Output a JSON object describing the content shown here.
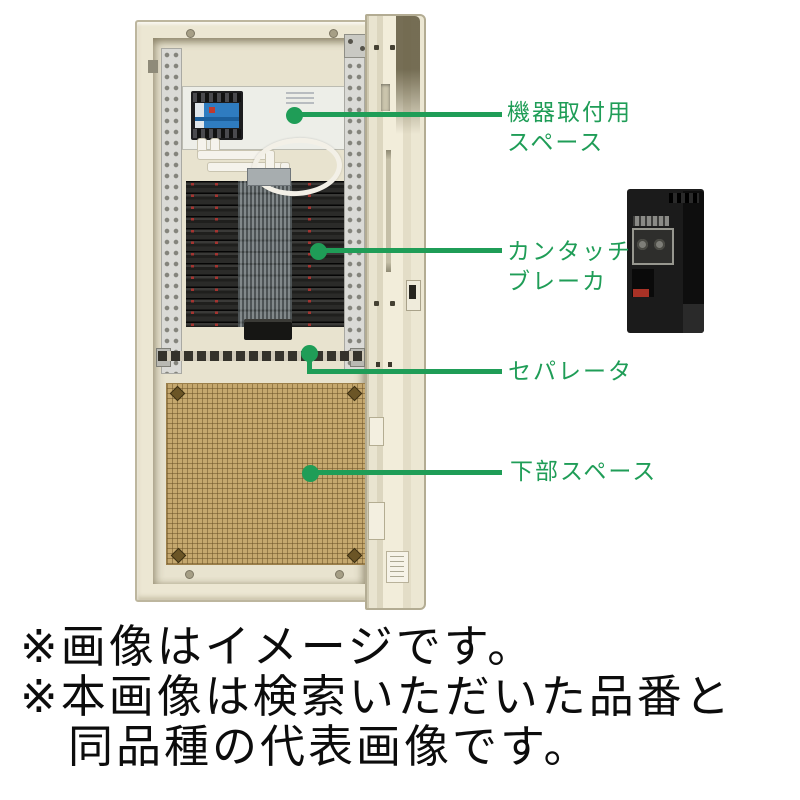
{
  "annotations": {
    "color": "#1f9d57",
    "items": [
      {
        "id": "equipment-mounting-space",
        "lines": [
          "機器取付用",
          "スペース"
        ]
      },
      {
        "id": "kantouch-breaker",
        "lines": [
          "カンタッチ",
          "ブレーカ"
        ]
      },
      {
        "id": "separator",
        "lines": [
          "セパレータ"
        ]
      },
      {
        "id": "lower-space",
        "lines": [
          "下部スペース"
        ]
      }
    ]
  },
  "disclaimer": {
    "lines": [
      "※画像はイメージです。",
      "※本画像は検索いただいた品番と",
      "　同品種の代表画像です。"
    ]
  }
}
